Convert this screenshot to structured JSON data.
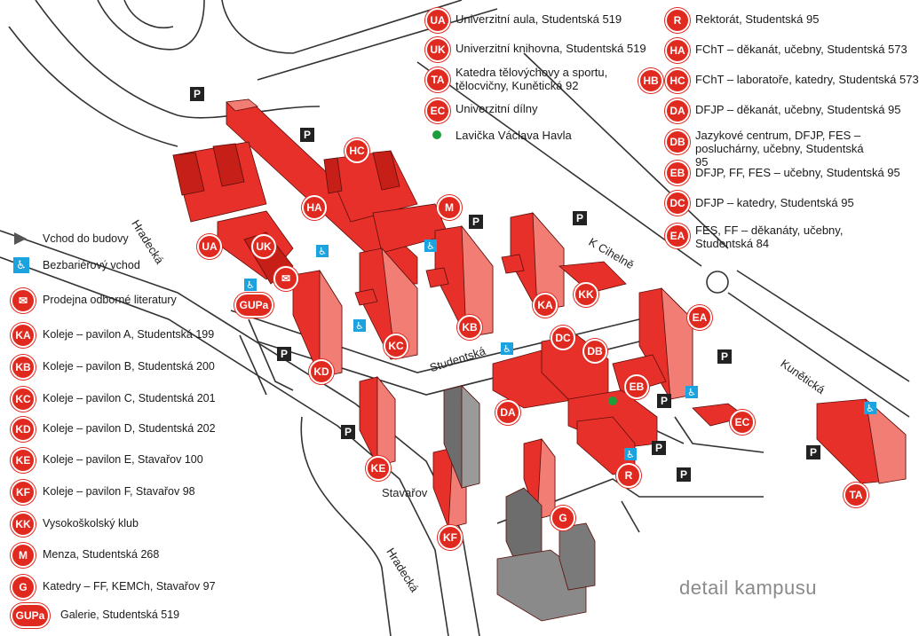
{
  "map_title": "detail kampusu",
  "streets": {
    "hradecka_1": "Hradecká",
    "hradecka_2": "Hradecká",
    "k_cihelne": "K Cihelně",
    "studentska": "Studentská",
    "kuneticka": "Kunětická",
    "stavarov": "Stavařov"
  },
  "legend": {
    "entrance": "Vchod do budovy",
    "accessible_entrance": "Bezbariérový vchod",
    "bookshop": "Prodejna odborné literatury",
    "accessible_icon": "wheelchair-icon",
    "bookshop_icon": "book-icon",
    "entrance_icon": "arrow-icon",
    "items": [
      {
        "code": "KA",
        "label": "Koleje – pavilon A, Studentská 199"
      },
      {
        "code": "KB",
        "label": "Koleje – pavilon B, Studentská 200"
      },
      {
        "code": "KC",
        "label": "Koleje – pavilon C, Studentská 201"
      },
      {
        "code": "KD",
        "label": "Koleje – pavilon D, Studentská 202"
      },
      {
        "code": "KE",
        "label": "Koleje – pavilon E, Stavařov 100"
      },
      {
        "code": "KF",
        "label": "Koleje – pavilon F, Stavařov 98"
      },
      {
        "code": "KK",
        "label": "Vysokoškolský klub"
      },
      {
        "code": "M",
        "label": "Menza, Studentská 268"
      },
      {
        "code": "G",
        "label": "Katedry – FF, KEMCh, Stavařov 97"
      },
      {
        "code": "GUPa",
        "label": "Galerie, Studentská 519"
      }
    ]
  },
  "top_legend_left": [
    {
      "code": "UA",
      "label": "Univerzitní aula, Studentská 519"
    },
    {
      "code": "UK",
      "label": "Univerzitní knihovna, Studentská 519"
    },
    {
      "code": "TA",
      "label": "Katedra tělovýchovy a sportu, tělocvičny, Kunětická 92"
    },
    {
      "code": "EC",
      "label": "Univerzitní dílny"
    },
    {
      "code": "",
      "label": "Lavička Václava Havla"
    }
  ],
  "top_legend_right": [
    {
      "code": "R",
      "label": "Rektorát, Studentská 95"
    },
    {
      "code": "HA",
      "label": "FChT – děkanát, učebny, Studentská 573"
    },
    {
      "code": "HB",
      "code2": "HC",
      "label": "FChT – laboratoře, katedry, Studentská 573"
    },
    {
      "code": "DA",
      "label": "DFJP – děkanát, učebny, Studentská 95"
    },
    {
      "code": "DB",
      "label": "Jazykové centrum, DFJP, FES – posluchárny, učebny, Studentská 95"
    },
    {
      "code": "EB",
      "label": "DFJP, FF, FES – učebny, Studentská 95"
    },
    {
      "code": "DC",
      "label": "DFJP – katedry, Studentská 95"
    },
    {
      "code": "EA",
      "label": "FES, FF – děkanáty, učebny, Studentská 84"
    }
  ],
  "map_markers": [
    "HC",
    "HA",
    "M",
    "UA",
    "UK",
    "KK",
    "KA",
    "KB",
    "KC",
    "KD",
    "GUPa",
    "EA",
    "DC",
    "DB",
    "EB",
    "DA",
    "EC",
    "TA",
    "KE",
    "KF",
    "G",
    "R"
  ],
  "parking_label": "P",
  "colors": {
    "accent": "#e02a20",
    "building": "#e8302a",
    "building_light": "#f27d74",
    "road": "#ffffff",
    "road_edge": "#333333",
    "wheelchair": "#1aa3df",
    "tower": "#777777"
  }
}
